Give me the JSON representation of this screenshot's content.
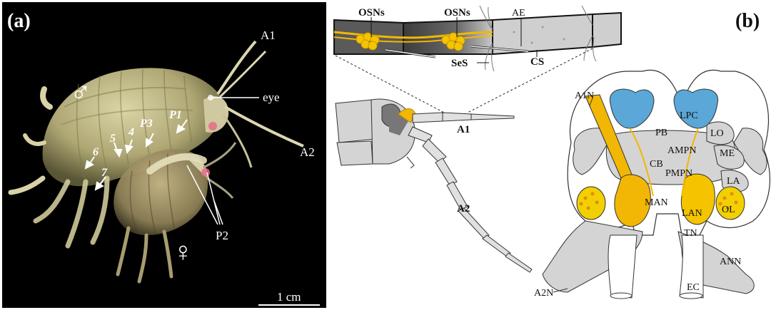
{
  "panel_a": {
    "label": "(a)",
    "male_symbol": "♂",
    "female_symbol": "♀",
    "labels": {
      "A1": "A1",
      "eye": "eye",
      "A2": "A2",
      "P1": "P1",
      "P3": "P3",
      "n4": "4",
      "n5": "5",
      "n6": "6",
      "n7": "7",
      "P2": "P2"
    },
    "scale_bar": "1 cm"
  },
  "panel_b": {
    "label": "(b)",
    "antenna_labels": {
      "OSNs_1": "OSNs",
      "OSNs_2": "OSNs",
      "AE": "AE",
      "SeS": "SeS",
      "CS": "CS",
      "A1": "A1",
      "A2": "A2"
    },
    "brain_labels": {
      "A1N": "A1N",
      "LPC": "LPC",
      "PB": "PB",
      "LO": "LO",
      "AMPN": "AMPN",
      "ME": "ME",
      "CB": "CB",
      "PMPN": "PMPN",
      "LA": "LA",
      "MAN": "MAN",
      "LAN": "LAN",
      "OL": "OL",
      "TN": "TN",
      "ANN": "ANN",
      "A2N": "A2N",
      "EC": "EC"
    }
  },
  "colors": {
    "photo_background": "#000000",
    "nerve_yellow": "#f2b705",
    "olfactory_yellow": "#f5c400",
    "lobe_blue": "#5aa7d8",
    "tissue_gray": "#d4d4d4",
    "outline": "#333333"
  }
}
